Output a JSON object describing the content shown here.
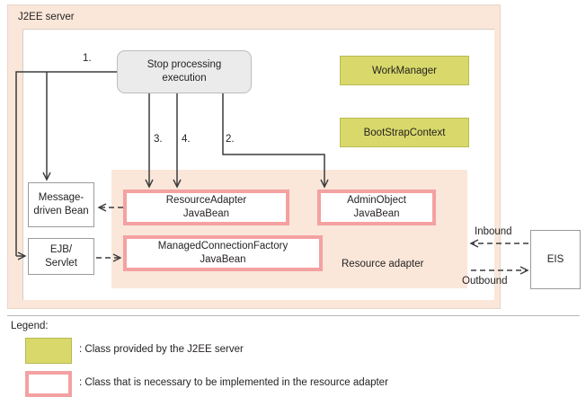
{
  "diagram": {
    "title": "J2EE server",
    "outer_panel_label": "J2EE server",
    "resource_adapter_label": "Resource adapter",
    "colors": {
      "panel_fill": "#fae7d9",
      "yellow_class": "#d8d96a",
      "yellow_border": "#b9ba52",
      "pink_border": "#f4a1a1",
      "process_fill": "#ebebeb",
      "process_border": "#bdbdbd",
      "box_border": "#9b9b9b",
      "line": "#3c3c3c",
      "text": "#231f20"
    },
    "process_box": {
      "line1": "Stop processing",
      "line2": "execution"
    },
    "j2ee_classes": [
      {
        "name": "WorkManager"
      },
      {
        "name": "BootStrapContext"
      }
    ],
    "ra_classes": [
      {
        "line1": "ResourceAdapter",
        "line2": "JavaBean"
      },
      {
        "line1": "AdminObject",
        "line2": "JavaBean"
      },
      {
        "line1": "ManagedConnectionFactory",
        "line2": "JavaBean"
      }
    ],
    "client_boxes": [
      {
        "line1": "Message-",
        "line2": "driven Bean"
      },
      {
        "line1": "EJB/",
        "line2": "Servlet"
      }
    ],
    "external_system": {
      "name": "EIS"
    },
    "step_labels": [
      {
        "id": "step-1",
        "text": "1."
      },
      {
        "id": "step-3",
        "text": "3."
      },
      {
        "id": "step-4",
        "text": "4."
      },
      {
        "id": "step-2",
        "text": "2."
      }
    ],
    "flow_labels": [
      {
        "id": "inbound",
        "text": "Inbound"
      },
      {
        "id": "outbound",
        "text": "Outbound"
      }
    ]
  },
  "legend": {
    "title": "Legend:",
    "items": [
      {
        "swatch": "yellow",
        "text": ": Class provided by the J2EE server"
      },
      {
        "swatch": "pink-outline",
        "text": ": Class that is necessary to be implemented in the resource adapter"
      }
    ]
  }
}
